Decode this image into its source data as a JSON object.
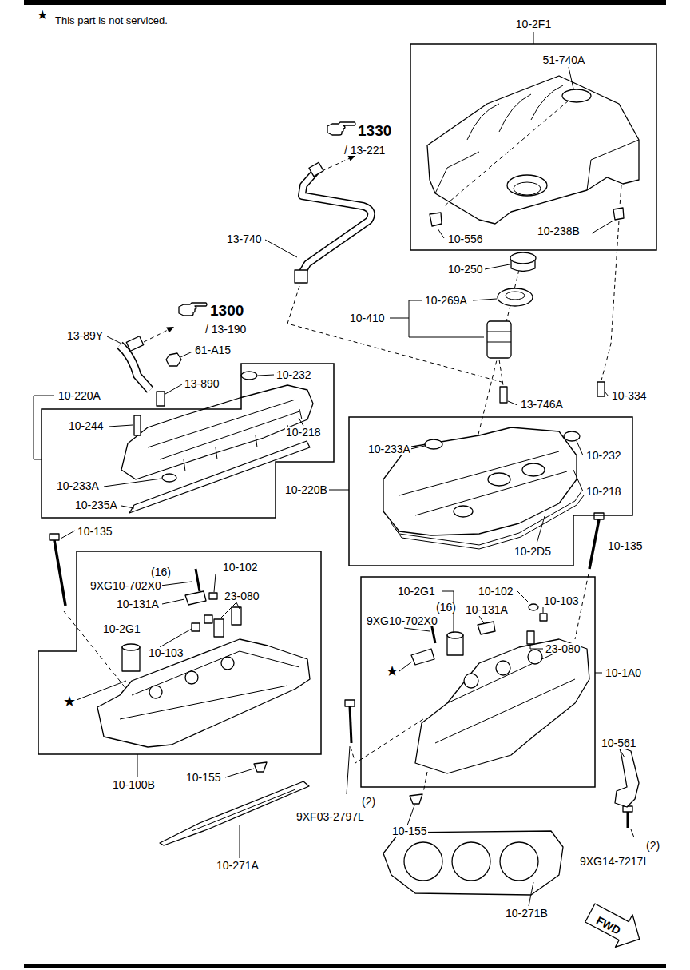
{
  "diagram": {
    "nodes": [
      {
        "text": [
          "10-2F1"
        ]
      },
      {
        "text": [
          "10-220A"
        ]
      },
      {
        "text": [
          "10-220B"
        ]
      },
      {
        "text": [
          "10-100B"
        ]
      },
      {
        "text": [
          "10-1A0"
        ]
      }
    ],
    "labels": [
      "★",
      "This part is not serviced.",
      "51-740A",
      "10-556",
      "10-238B",
      "1330",
      "/ 13-221",
      "13-740",
      "10-250",
      "10-269A",
      "10-410",
      "1300",
      "/ 13-190",
      "13-89Y",
      "61-A15",
      "10-232",
      "13-890",
      "10-244",
      "10-218",
      "10-233A",
      "10-235A",
      "10-334",
      "13-746A",
      "10-233A",
      "10-232",
      "10-218",
      "10-2D5",
      "10-135",
      "10-135",
      "(16)",
      "9XG10-702X0",
      "10-102",
      "23-080",
      "10-131A",
      "10-2G1",
      "10-103",
      "★",
      "10-2G1",
      "10-102",
      "10-103",
      "(16)",
      "10-131A",
      "9XG10-702X0",
      "23-080",
      "★",
      "10-155",
      "(2)",
      "9XF03-2797L",
      "10-155",
      "10-561",
      "(2)",
      "9XG14-7217L",
      "10-271A",
      "10-271B",
      "FWD"
    ]
  }
}
